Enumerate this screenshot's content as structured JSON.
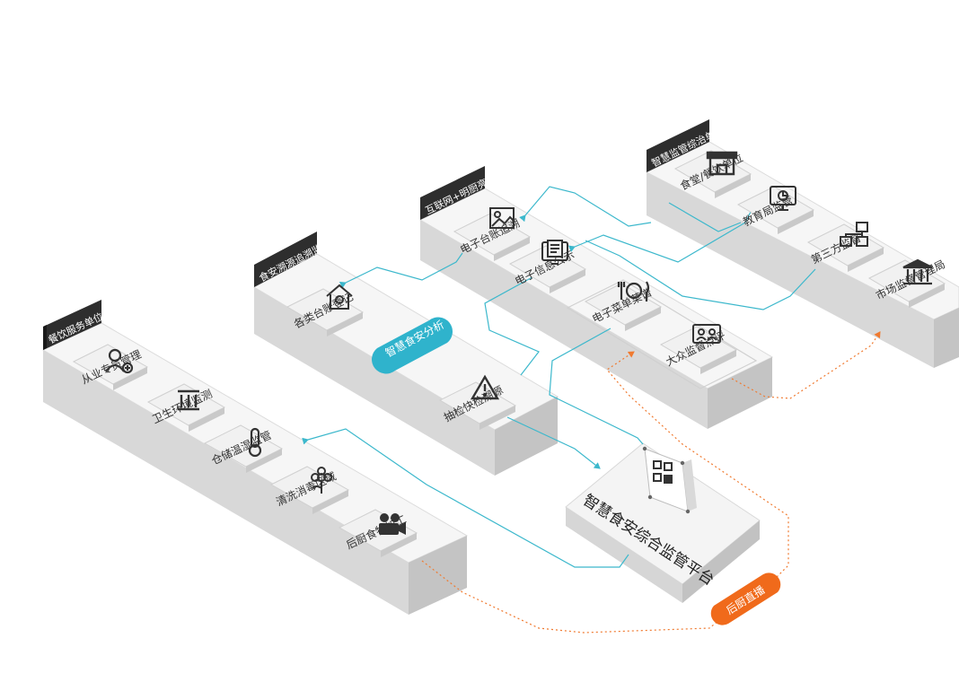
{
  "groups": {
    "catering": {
      "title": "餐饮服务单位后厨",
      "items": [
        "从业专员管理",
        "卫生环境监测",
        "仓储温湿监管",
        "清洗消毒区域",
        "后厨食物加工"
      ]
    },
    "traceability": {
      "title": "食安溯源追溯监管",
      "items": [
        "各类台账登记",
        "抽检快检溯源"
      ]
    },
    "internet": {
      "title": "互联网+明厨亮灶",
      "items": [
        "电子台账追溯",
        "电子信息公示",
        "电子菜单菜谱",
        "大众监督点评"
      ]
    },
    "supervision": {
      "title": "智慧监管综治单位",
      "items": [
        "食堂/餐饮单位",
        "教育局监管",
        "第三方监督",
        "市场监督管理局"
      ]
    }
  },
  "platform": {
    "title": "智慧食安综合监管平台"
  },
  "pills": {
    "analysis": {
      "label": "智慧食安分析",
      "color": "#2fb3cc"
    },
    "live": {
      "label": "后厨直播",
      "color": "#f06a1b"
    }
  },
  "colors": {
    "flow_line": "#3cb8cc",
    "live_line": "#f07a30",
    "header_dark": "#2e2e2e",
    "tile_face": "#f1f1f1"
  },
  "icons": {
    "staff": "user-add-icon",
    "hygiene": "building-columns-icon",
    "temperature": "thermometer-icon",
    "cleaning": "flower-icon",
    "processing": "video-camera-icon",
    "ledger": "house-icon",
    "inspection": "warning-triangle-icon",
    "trace": "image-document-icon",
    "publicity": "monitor-document-icon",
    "menu": "dish-cutlery-icon",
    "review": "screen-people-icon",
    "canteen": "storefront-icon",
    "education": "monitor-chart-icon",
    "third_party": "hierarchy-icon",
    "market": "government-building-icon",
    "platform": "app-grid-icon"
  }
}
